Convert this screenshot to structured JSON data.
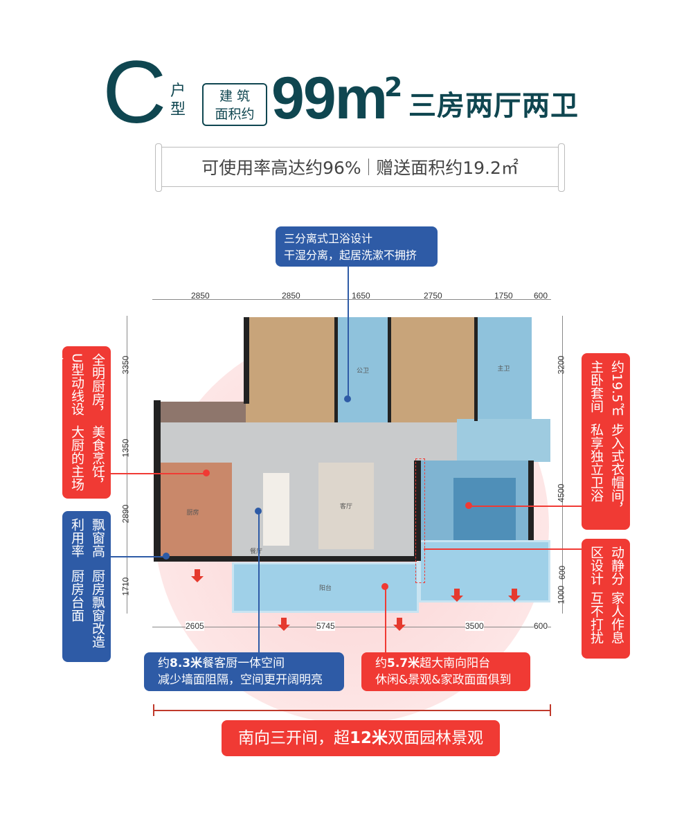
{
  "header": {
    "unit_letter": "C",
    "unit_label": "户型",
    "area_label_line1": "建 筑",
    "area_label_line2": "面积约",
    "area_value": "99m",
    "area_sup": "2",
    "layout": "三房两厅两卫"
  },
  "banner": {
    "usage_rate": "可使用率高达约96%",
    "gift_area": "赠送面积约19.2㎡"
  },
  "callouts": {
    "bath": {
      "line1": "三分离式卫浴设计",
      "line2": "干湿分离，起居洗漱不拥挤"
    },
    "kitchen": {
      "line1": "全明厨房，U型动线设计",
      "line2": "美食烹饪，大厨的主场"
    },
    "bay_window": {
      "line1": "飘窗高利用率",
      "line2": "厨房飘窗改造厨房台面"
    },
    "master": {
      "line1": "约19.5㎡主卧套间",
      "line2": "步入式衣帽间，私享独立卫浴"
    },
    "zoning": {
      "line1": "动静分区设计",
      "line2": "家人作息互不打扰"
    },
    "dining": {
      "prefix": "约",
      "bold": "8.3米",
      "suffix": "餐客厨一体空间",
      "line2": "减少墙面阻隔，空间更开阔明亮"
    },
    "balcony": {
      "prefix": "约",
      "bold": "5.7米",
      "suffix": "超大南向阳台",
      "line2": "休闲&景观&家政面面俱到"
    },
    "south": {
      "prefix": "南向三开间，超",
      "bold": "12米",
      "suffix": "双面园林景观"
    }
  },
  "dimensions": {
    "top": [
      "2850",
      "2850",
      "1650",
      "2750",
      "1750",
      "600"
    ],
    "bottom": [
      "2605",
      "5745",
      "3500",
      "600"
    ],
    "left": [
      "3350",
      "1350",
      "2890",
      "1710"
    ],
    "right": [
      "3200",
      "4500",
      "600",
      "1000"
    ]
  },
  "rooms": {
    "dining": "餐厅",
    "living": "客厅",
    "kitchen": "厨房",
    "balcony": "阳台",
    "bath_public": "公卫",
    "bath_master": "主卫"
  },
  "colors": {
    "teal": "#0f4650",
    "blue": "#2e5ba6",
    "red": "#f03a34"
  }
}
